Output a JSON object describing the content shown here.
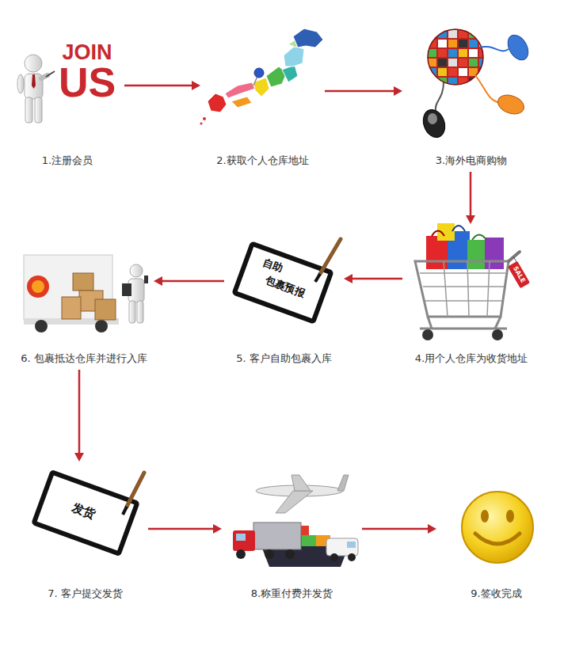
{
  "diagram": {
    "nodes": [
      {
        "text": [
          "1.注册会员"
        ]
      },
      {
        "text": [
          "2.获取个人仓库地址"
        ]
      },
      {
        "text": [
          "3.海外电商购物"
        ]
      },
      {
        "text": [
          "4.用个人仓库为收货地址"
        ]
      },
      {
        "text": [
          "5. 客户自助包裹入库"
        ]
      },
      {
        "text": [
          "6. 包裹抵达仓库并进行入库"
        ]
      },
      {
        "text": [
          "7. 客户提交发货"
        ]
      },
      {
        "text": [
          "8.称重付费并发货"
        ]
      },
      {
        "text": [
          "9.签收完成"
        ]
      }
    ],
    "edges": [
      {
        "from": 0,
        "to": 1,
        "arrow": "to"
      },
      {
        "from": 1,
        "to": 2,
        "arrow": "to"
      },
      {
        "from": 2,
        "to": 3,
        "arrow": "to"
      },
      {
        "from": 3,
        "to": 4,
        "arrow": "to"
      },
      {
        "from": 4,
        "to": 5,
        "arrow": "to"
      },
      {
        "from": 5,
        "to": 6,
        "arrow": "to"
      },
      {
        "from": 6,
        "to": 7,
        "arrow": "to"
      },
      {
        "from": 7,
        "to": 8,
        "arrow": "to"
      }
    ],
    "labels": [
      "JOIN",
      "US",
      "SALE",
      "自助",
      "包裹预报",
      "发货"
    ]
  }
}
